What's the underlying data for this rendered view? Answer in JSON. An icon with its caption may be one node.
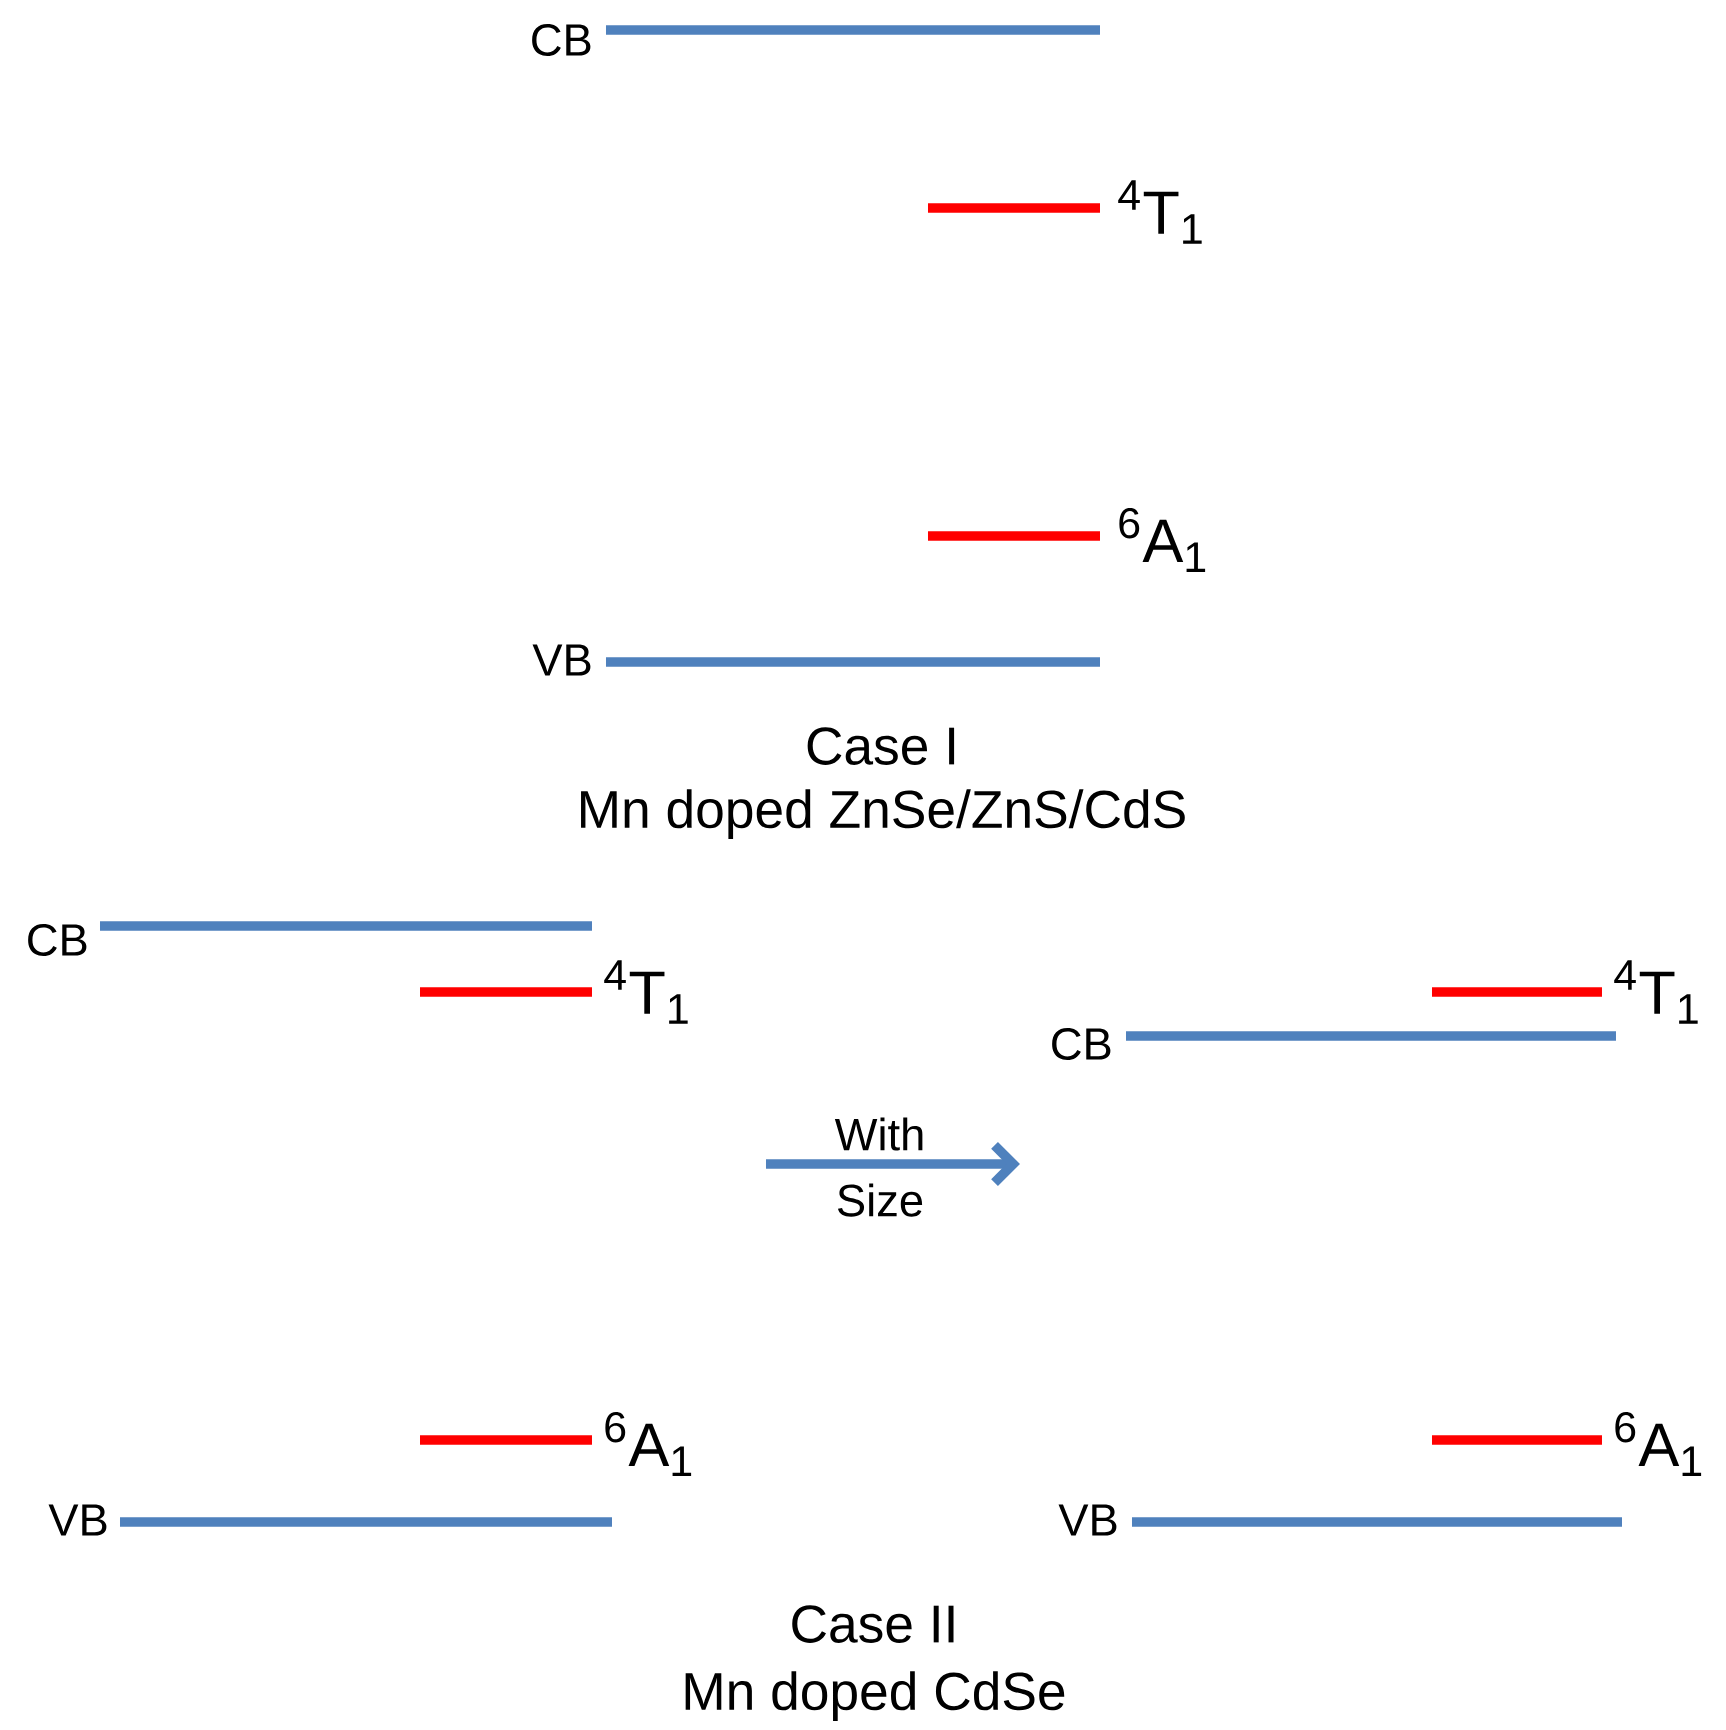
{
  "diagram": {
    "labels": [
      "CB",
      "$^{4}$T$_{1}$",
      "$^{6}$A$_{1}$",
      "VB",
      "Case I",
      "Mn doped ZnSe/ZnS/CdS",
      "CB",
      "$^{4}$T$_{1}$",
      "$^{4}$T$_{1}$",
      "CB",
      "With",
      "Size",
      "$^{6}$A$_{1}$",
      "$^{6}$A$_{1}$",
      "VB",
      "VB",
      "Case II",
      "Mn doped CdSe"
    ]
  }
}
